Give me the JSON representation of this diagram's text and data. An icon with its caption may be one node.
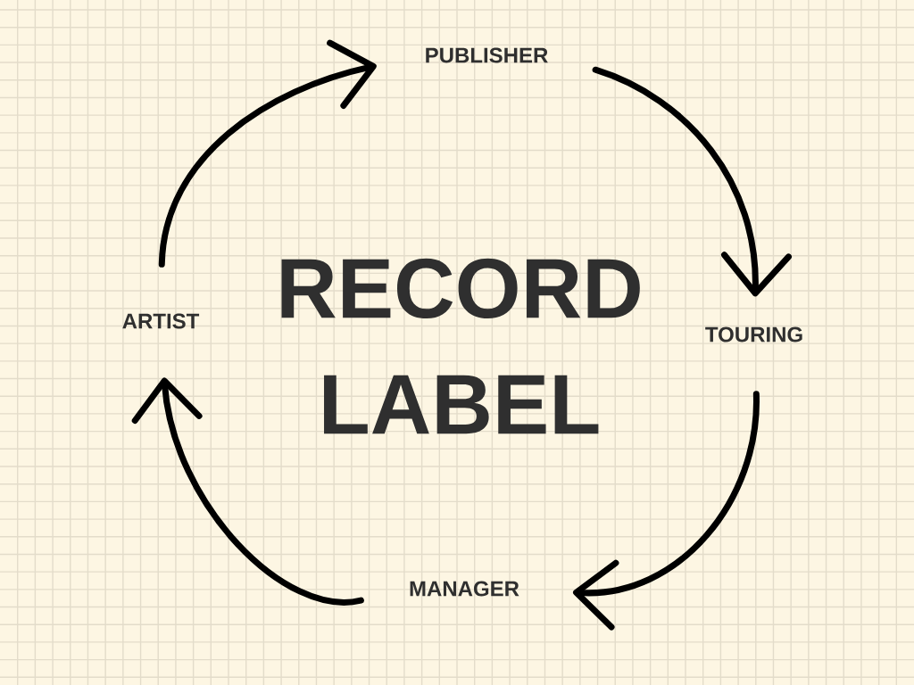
{
  "diagram": {
    "title": "RECORD LABEL",
    "nodes": [
      {
        "text": [
          "PUBLISHER"
        ]
      },
      {
        "text": [
          "TOURING"
        ]
      },
      {
        "text": [
          "MANAGER"
        ]
      },
      {
        "text": [
          "ARTIST"
        ]
      }
    ],
    "edges": [
      {
        "from": 3,
        "to": 0,
        "arrow": "to"
      },
      {
        "from": 0,
        "to": 1,
        "arrow": "to"
      },
      {
        "from": 1,
        "to": 2,
        "arrow": "to"
      },
      {
        "from": 2,
        "to": 3,
        "arrow": "to"
      }
    ]
  }
}
